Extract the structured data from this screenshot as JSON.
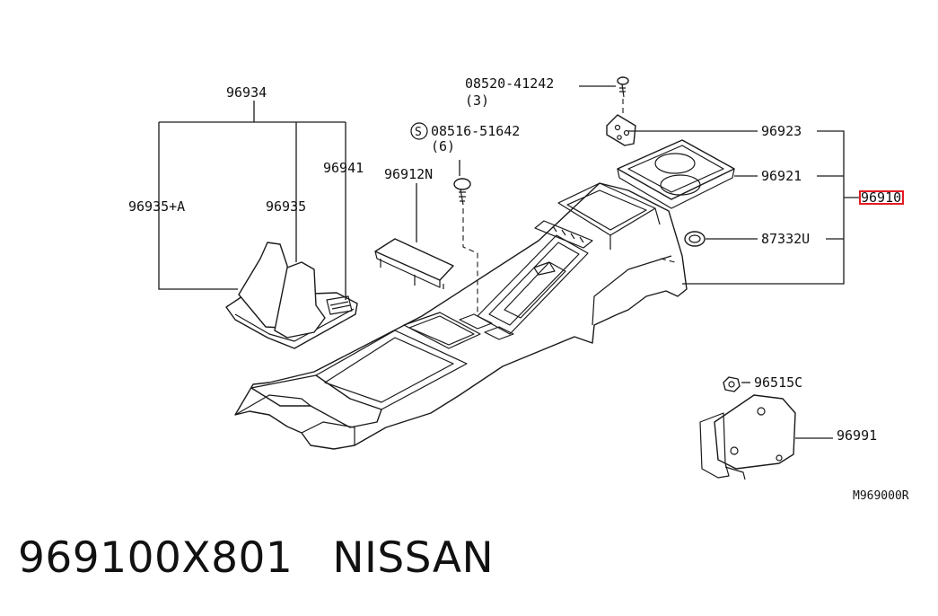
{
  "diagram": {
    "callouts": {
      "p96934": "96934",
      "p96941": "96941",
      "p96935a": "96935+A",
      "p96935": "96935",
      "p96912n": "96912N",
      "p08520": "08520-41242",
      "p08520_qty": "(3)",
      "p08516_prefix": "S",
      "p08516": "08516-51642",
      "p08516_qty": "(6)",
      "p96923": "96923",
      "p96921": "96921",
      "p96910": "96910",
      "p87332u": "87332U",
      "p96515c": "96515C",
      "p96991": "96991"
    },
    "figure_code": "M969000R",
    "highlight_color": "#e31b23"
  },
  "caption": {
    "part_number": "969100X801",
    "manufacturer": "NISSAN"
  }
}
